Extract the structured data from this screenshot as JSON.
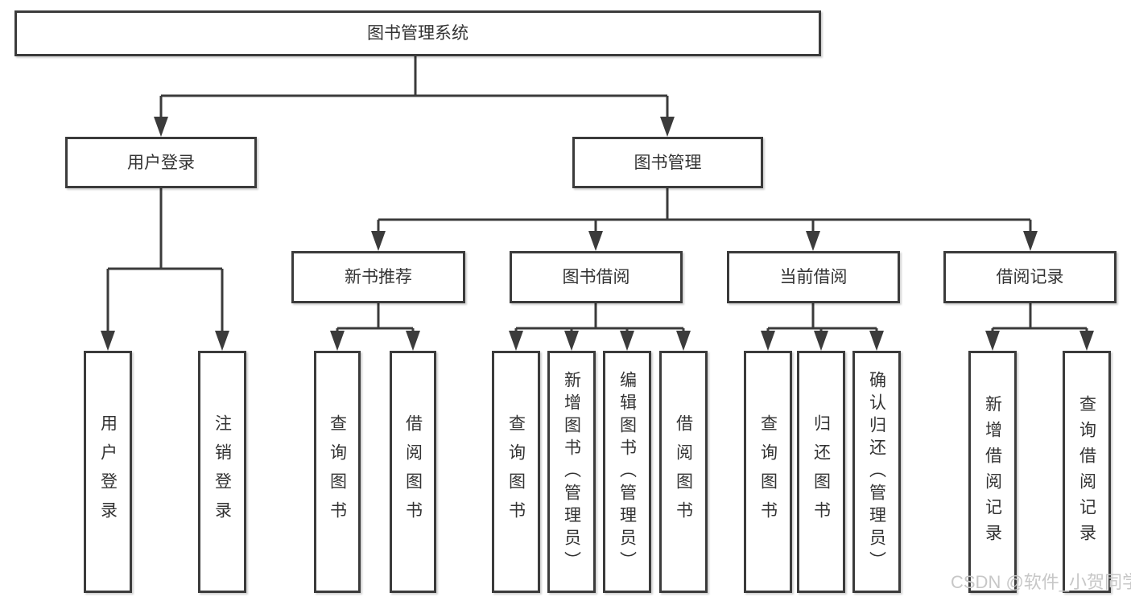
{
  "diagram": {
    "root": {
      "label": "图书管理系统"
    },
    "user_login": {
      "label": "用户登录",
      "children": [
        {
          "label": "用户登录"
        },
        {
          "label": "注销登录"
        }
      ]
    },
    "book_management": {
      "label": "图书管理",
      "sections": [
        {
          "label": "新书推荐",
          "children": [
            {
              "label": "查询图书"
            },
            {
              "label": "借阅图书"
            }
          ]
        },
        {
          "label": "图书借阅",
          "children": [
            {
              "label": "查询图书"
            },
            {
              "label": "新增图书（管理员）"
            },
            {
              "label": "编辑图书（管理员）"
            },
            {
              "label": "借阅图书"
            }
          ]
        },
        {
          "label": "当前借阅",
          "children": [
            {
              "label": "查询图书"
            },
            {
              "label": "归还图书"
            },
            {
              "label": "确认归还（管理员）"
            }
          ]
        },
        {
          "label": "借阅记录",
          "children": [
            {
              "label": "新增借阅记录"
            },
            {
              "label": "查询借阅记录"
            }
          ]
        }
      ]
    }
  },
  "watermark": {
    "text": "CSDN @软件_小贺同学"
  },
  "colors": {
    "line": "#3b3b3b",
    "box_border": "#3b3b3b",
    "box_fill": "#ffffff",
    "text": "#333333",
    "watermark": "#c7c7c7",
    "background": "#ffffff"
  }
}
